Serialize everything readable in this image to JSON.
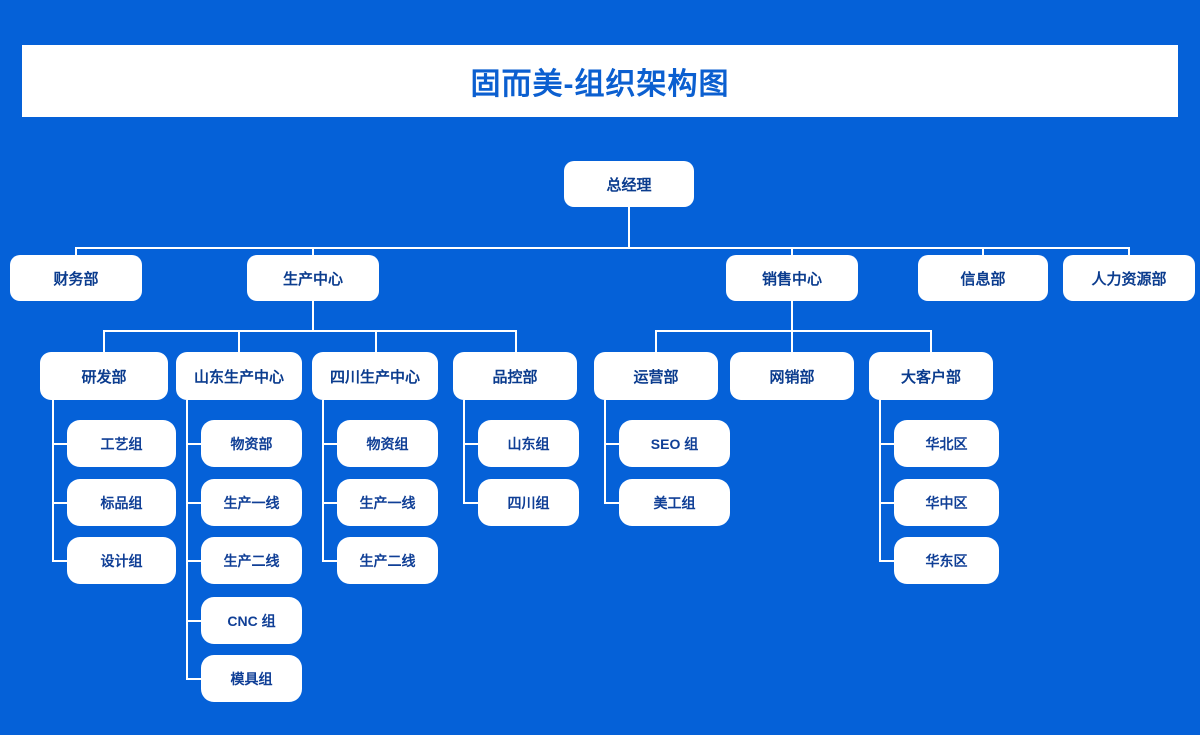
{
  "header": {
    "title": "固而美-组织架构图"
  },
  "colors": {
    "background": "#0561d8",
    "node_fill": "#ffffff",
    "node_text": "#0b3c8e",
    "title_text": "#0b5fd0",
    "connector": "#ffffff"
  },
  "chart_data": {
    "type": "org-chart",
    "title": "固而美-组织架构图",
    "root": "总经理",
    "levels": 4,
    "nodes": [
      {
        "id": "gm",
        "label": "总经理",
        "level": 1,
        "parent": null
      },
      {
        "id": "fin",
        "label": "财务部",
        "level": 2,
        "parent": "gm"
      },
      {
        "id": "prod",
        "label": "生产中心",
        "level": 2,
        "parent": "gm"
      },
      {
        "id": "sales",
        "label": "销售中心",
        "level": 2,
        "parent": "gm"
      },
      {
        "id": "info",
        "label": "信息部",
        "level": 2,
        "parent": "gm"
      },
      {
        "id": "hr",
        "label": "人力资源部",
        "level": 2,
        "parent": "gm"
      },
      {
        "id": "rd",
        "label": "研发部",
        "level": 3,
        "parent": "prod"
      },
      {
        "id": "sdprod",
        "label": "山东生产中心",
        "level": 3,
        "parent": "prod"
      },
      {
        "id": "scprod",
        "label": "四川生产中心",
        "level": 3,
        "parent": "prod"
      },
      {
        "id": "qc",
        "label": "品控部",
        "level": 3,
        "parent": "prod"
      },
      {
        "id": "ops",
        "label": "运营部",
        "level": 3,
        "parent": "sales"
      },
      {
        "id": "online",
        "label": "网销部",
        "level": 3,
        "parent": "sales"
      },
      {
        "id": "key",
        "label": "大客户部",
        "level": 3,
        "parent": "sales"
      },
      {
        "id": "rd1",
        "label": "工艺组",
        "level": 4,
        "parent": "rd"
      },
      {
        "id": "rd2",
        "label": "标品组",
        "level": 4,
        "parent": "rd"
      },
      {
        "id": "rd3",
        "label": "设计组",
        "level": 4,
        "parent": "rd"
      },
      {
        "id": "sd1",
        "label": "物资部",
        "level": 4,
        "parent": "sdprod"
      },
      {
        "id": "sd2",
        "label": "生产一线",
        "level": 4,
        "parent": "sdprod"
      },
      {
        "id": "sd3",
        "label": "生产二线",
        "level": 4,
        "parent": "sdprod"
      },
      {
        "id": "sd4",
        "label": "CNC 组",
        "level": 4,
        "parent": "sdprod"
      },
      {
        "id": "sd5",
        "label": "模具组",
        "level": 4,
        "parent": "sdprod"
      },
      {
        "id": "sc1",
        "label": "物资组",
        "level": 4,
        "parent": "scprod"
      },
      {
        "id": "sc2",
        "label": "生产一线",
        "level": 4,
        "parent": "scprod"
      },
      {
        "id": "sc3",
        "label": "生产二线",
        "level": 4,
        "parent": "scprod"
      },
      {
        "id": "qc1",
        "label": "山东组",
        "level": 4,
        "parent": "qc"
      },
      {
        "id": "qc2",
        "label": "四川组",
        "level": 4,
        "parent": "qc"
      },
      {
        "id": "op1",
        "label": "SEO 组",
        "level": 4,
        "parent": "ops"
      },
      {
        "id": "op2",
        "label": "美工组",
        "level": 4,
        "parent": "ops"
      },
      {
        "id": "key1",
        "label": "华北区",
        "level": 4,
        "parent": "key"
      },
      {
        "id": "key2",
        "label": "华中区",
        "level": 4,
        "parent": "key"
      },
      {
        "id": "key3",
        "label": "华东区",
        "level": 4,
        "parent": "key"
      }
    ]
  },
  "nodes": {
    "gm": "总经理",
    "fin": "财务部",
    "prod": "生产中心",
    "sales": "销售中心",
    "info": "信息部",
    "hr": "人力资源部",
    "rd": "研发部",
    "sdprod": "山东生产中心",
    "scprod": "四川生产中心",
    "qc": "品控部",
    "ops": "运营部",
    "online": "网销部",
    "key": "大客户部",
    "rd1": "工艺组",
    "rd2": "标品组",
    "rd3": "设计组",
    "sd1": "物资部",
    "sd2": "生产一线",
    "sd3": "生产二线",
    "sd4": "CNC 组",
    "sd5": "模具组",
    "sc1": "物资组",
    "sc2": "生产一线",
    "sc3": "生产二线",
    "qc1": "山东组",
    "qc2": "四川组",
    "op1": "SEO 组",
    "op2": "美工组",
    "key1": "华北区",
    "key2": "华中区",
    "key3": "华东区"
  }
}
